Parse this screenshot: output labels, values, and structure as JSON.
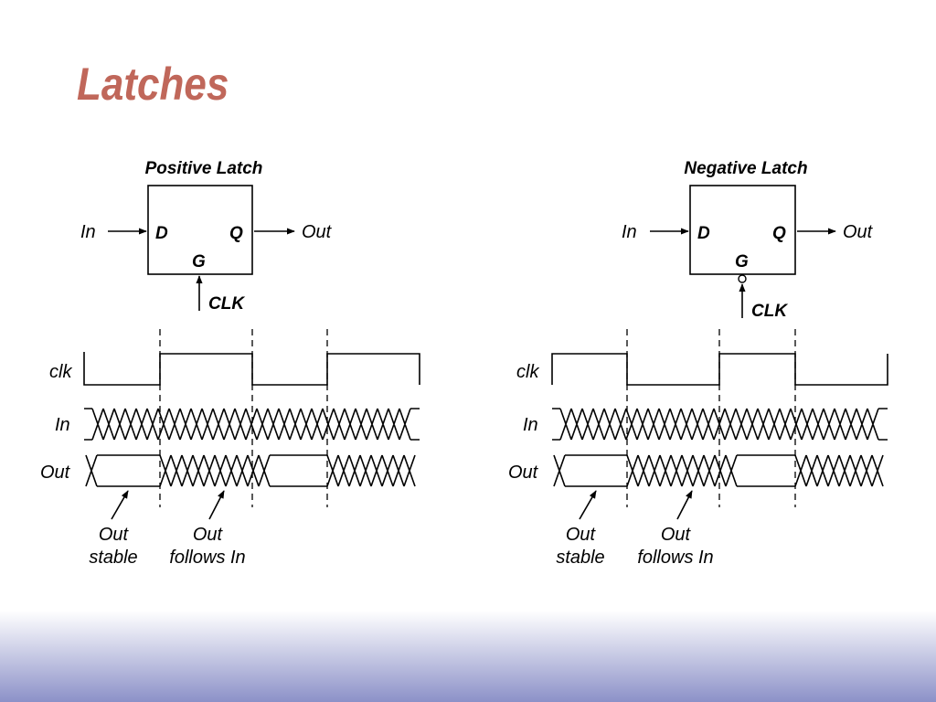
{
  "slide": {
    "title": "Latches",
    "title_color": "#c0675a",
    "footer_gradient": [
      "#ffffff",
      "#8c91c8"
    ]
  },
  "positive": {
    "title": "Positive Latch",
    "input": "In",
    "output": "Out",
    "pin_d": "D",
    "pin_q": "Q",
    "pin_g": "G",
    "clock": "CLK",
    "wave_labels": [
      "clk",
      "In",
      "Out"
    ],
    "annotation_stable": [
      "Out",
      "stable"
    ],
    "annotation_follows": [
      "Out",
      "follows In"
    ]
  },
  "negative": {
    "title": "Negative Latch",
    "input": "In",
    "output": "Out",
    "pin_d": "D",
    "pin_q": "Q",
    "pin_g": "G",
    "clock": "CLK",
    "wave_labels": [
      "clk",
      "In",
      "Out"
    ],
    "annotation_stable": [
      "Out",
      "stable"
    ],
    "annotation_follows": [
      "Out",
      "follows In"
    ]
  }
}
